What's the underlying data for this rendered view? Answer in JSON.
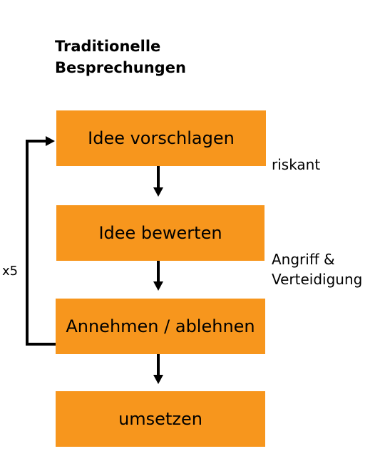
{
  "title": {
    "line1": "Traditionelle",
    "line2": "Besprechungen"
  },
  "steps": [
    {
      "label": "Idee vorschlagen"
    },
    {
      "label": "Idee bewerten"
    },
    {
      "label": "Annehmen / ablehnen"
    },
    {
      "label": "umsetzen"
    }
  ],
  "notes": {
    "risk": "riskant",
    "attack_line1": "Angriff &",
    "attack_line2": "Verteidigung"
  },
  "loop": {
    "label": "x5"
  },
  "colors": {
    "box_fill": "#f7961d",
    "arrow": "#000000"
  }
}
